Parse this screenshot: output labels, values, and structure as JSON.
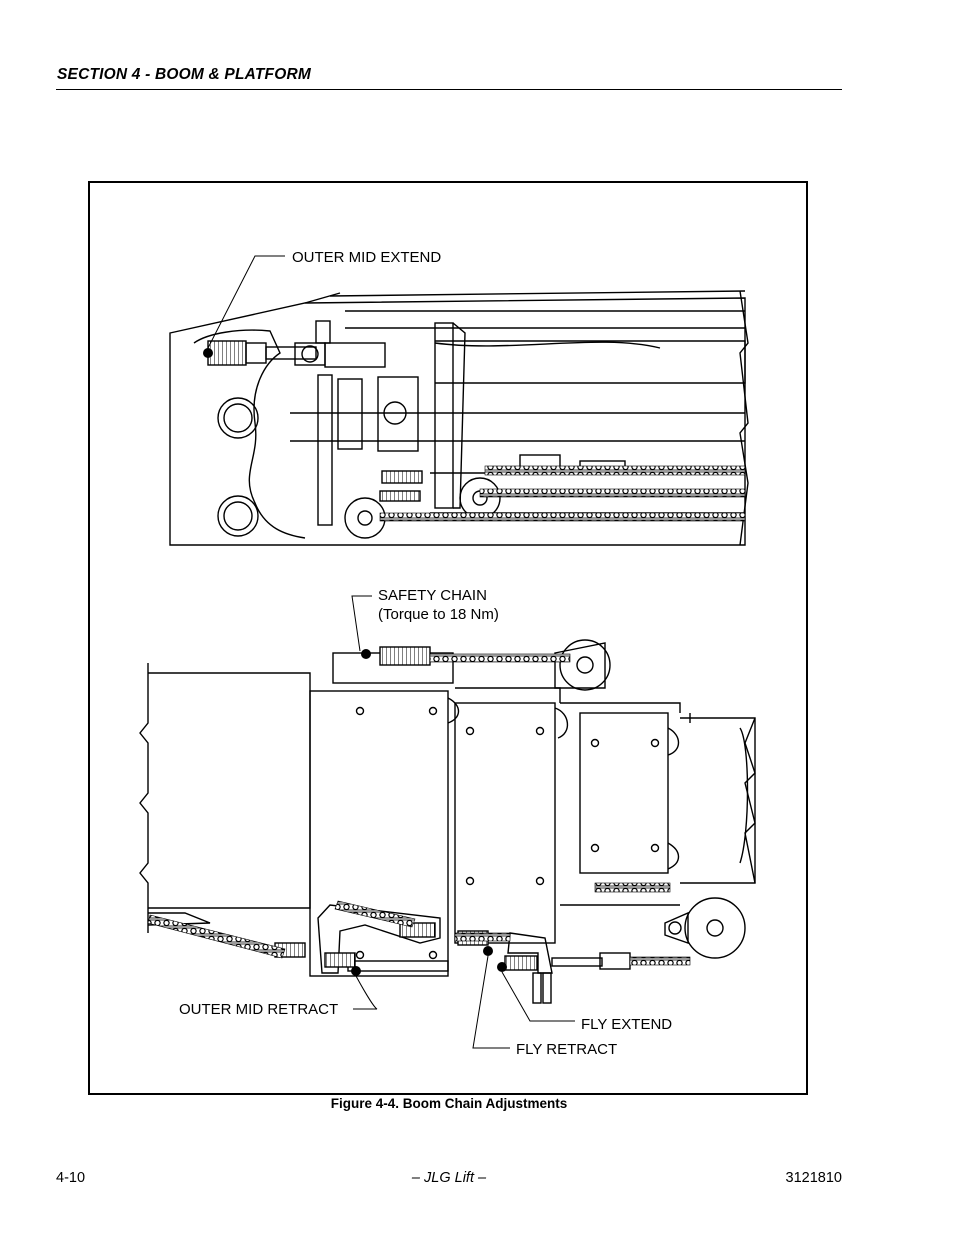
{
  "header": {
    "section_title": "SECTION 4 - BOOM & PLATFORM"
  },
  "figure": {
    "callouts": {
      "outer_mid_extend": "OUTER MID EXTEND",
      "safety_chain": "SAFETY CHAIN",
      "safety_chain_note": "(Torque to 18 Nm)",
      "outer_mid_retract": "OUTER MID RETRACT",
      "fly_extend": "FLY EXTEND",
      "fly_retract": "FLY RETRACT"
    },
    "caption": "Figure 4-4.  Boom Chain Adjustments"
  },
  "footer": {
    "page_number": "4-10",
    "publisher": "– JLG Lift –",
    "document_number": "3121810"
  }
}
